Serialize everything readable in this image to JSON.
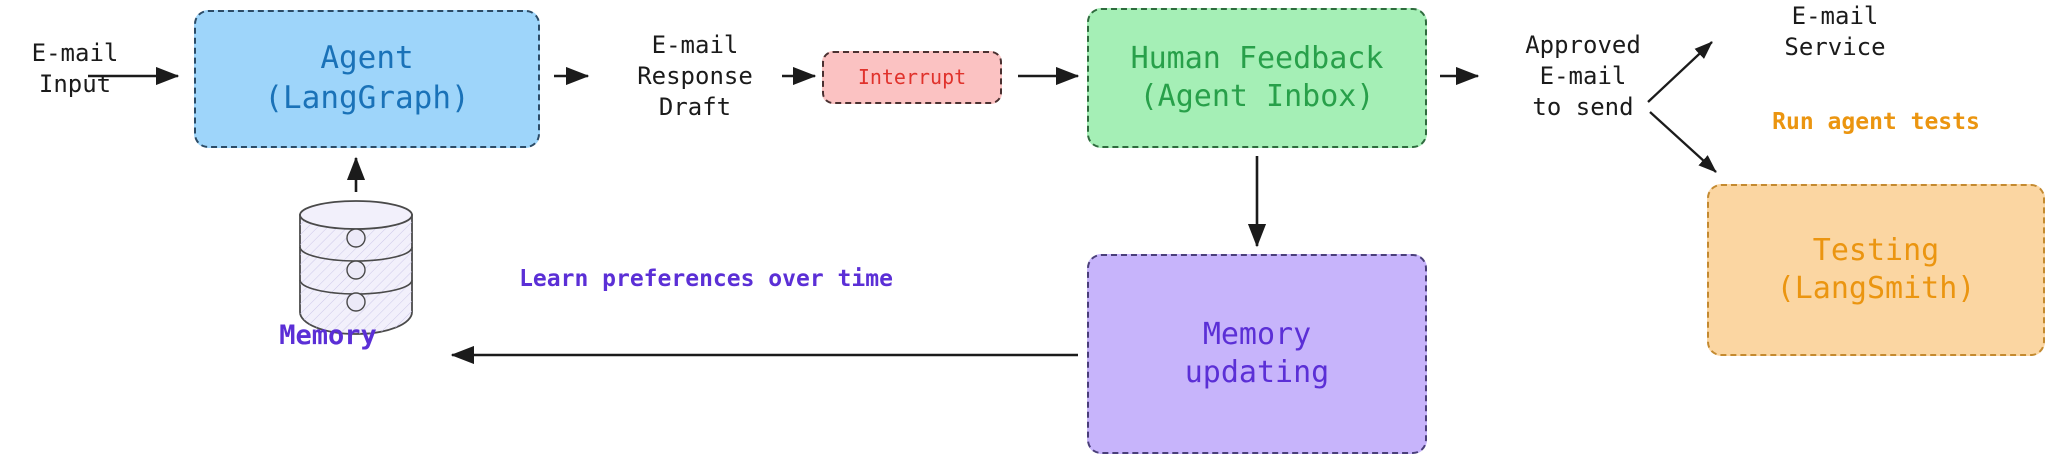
{
  "diagram": {
    "title": "E-mail agent workflow with human feedback and memory",
    "colors": {
      "agent_fill": "#9ed5fa",
      "agent_text": "#1a72b8",
      "interrupt_fill": "#fbc2c2",
      "interrupt_text": "#e0322c",
      "human_fill": "#a5efb6",
      "human_text": "#28a04a",
      "memory_fill": "#c7b4fb",
      "memory_text": "#5b2fd6",
      "testing_fill": "#fbd6a2",
      "testing_text": "#eb9510",
      "plain_text": "#1b1b1b",
      "background": "#ffffff"
    },
    "nodes": {
      "agent": {
        "label": "Agent\n(LangGraph)",
        "line1": "Agent",
        "line2": "(LangGraph)"
      },
      "interrupt": {
        "label": "Interrupt"
      },
      "human_feedback": {
        "label": "Human Feedback\n(Agent Inbox)",
        "line1": "Human Feedback",
        "line2": "(Agent Inbox)"
      },
      "memory_updating": {
        "label": "Memory\nupdating",
        "line1": "Memory",
        "line2": "updating"
      },
      "testing": {
        "label": "Testing\n(LangSmith)",
        "line1": "Testing",
        "line2": "(LangSmith)"
      },
      "memory_store": {
        "label": "Memory",
        "icon": "database-cylinder-icon"
      }
    },
    "edge_labels": {
      "email_input": "E-mail\nInput",
      "email_response_draft": "E-mail\nResponse\nDraft",
      "approved_email_to_send": "Approved\nE-mail\nto send",
      "email_service": "E-mail\nService",
      "run_agent_tests": "Run agent tests",
      "learn_preferences": "Learn preferences over time"
    },
    "edges": [
      {
        "from": "email-input-label",
        "to": "agent",
        "style": "solid-arrow"
      },
      {
        "from": "agent",
        "to": "email-response-draft-label",
        "style": "solid-arrow"
      },
      {
        "from": "email-response-draft-label",
        "to": "interrupt",
        "style": "solid-arrow"
      },
      {
        "from": "interrupt",
        "to": "human-feedback",
        "style": "solid-arrow"
      },
      {
        "from": "human-feedback",
        "to": "approved-email-label",
        "style": "solid-arrow"
      },
      {
        "from": "approved-email-label",
        "to": "email-service-label",
        "style": "solid-arrow-up-right"
      },
      {
        "from": "approved-email-label",
        "to": "testing",
        "style": "solid-arrow-down-right"
      },
      {
        "from": "human-feedback",
        "to": "memory-updating",
        "style": "solid-arrow-down"
      },
      {
        "from": "memory-updating",
        "to": "memory-store",
        "style": "solid-arrow-left"
      },
      {
        "from": "memory-store",
        "to": "agent",
        "style": "solid-arrow-up"
      }
    ]
  }
}
